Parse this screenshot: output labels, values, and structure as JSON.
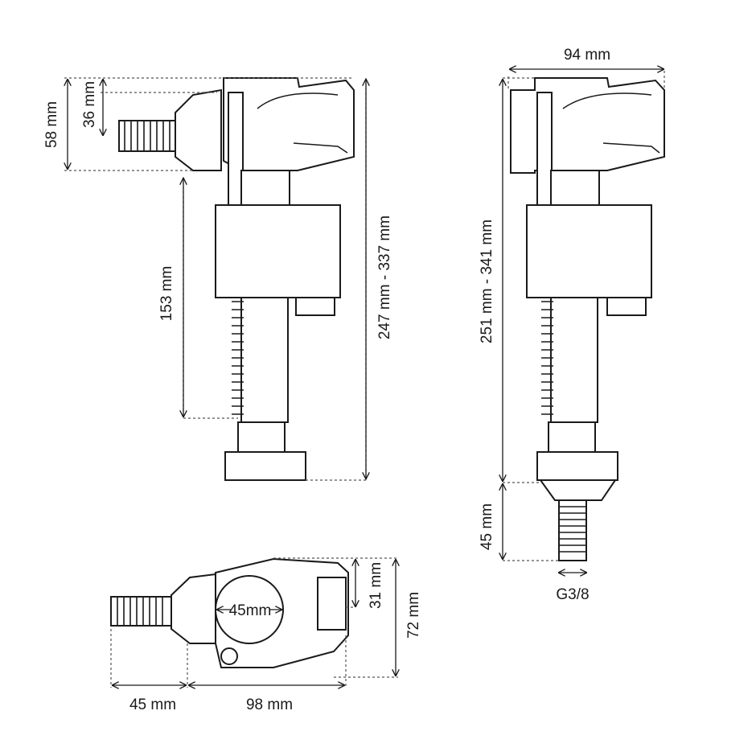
{
  "side_view": {
    "dim_total_height": "58 mm",
    "dim_inlet_offset": "36 mm",
    "dim_shank_to_inlet": "153 mm",
    "dim_overall_height": "247 mm - 337 mm"
  },
  "front_view": {
    "dim_width": "94 mm",
    "dim_overall_height": "251 mm - 341 mm",
    "dim_thread_length": "45 mm",
    "thread_size": "G3/8"
  },
  "top_view": {
    "dim_float_diameter": "45mm",
    "dim_offset": "31 mm",
    "dim_depth": "72 mm",
    "dim_thread_length": "45 mm",
    "dim_body_length": "98 mm"
  }
}
